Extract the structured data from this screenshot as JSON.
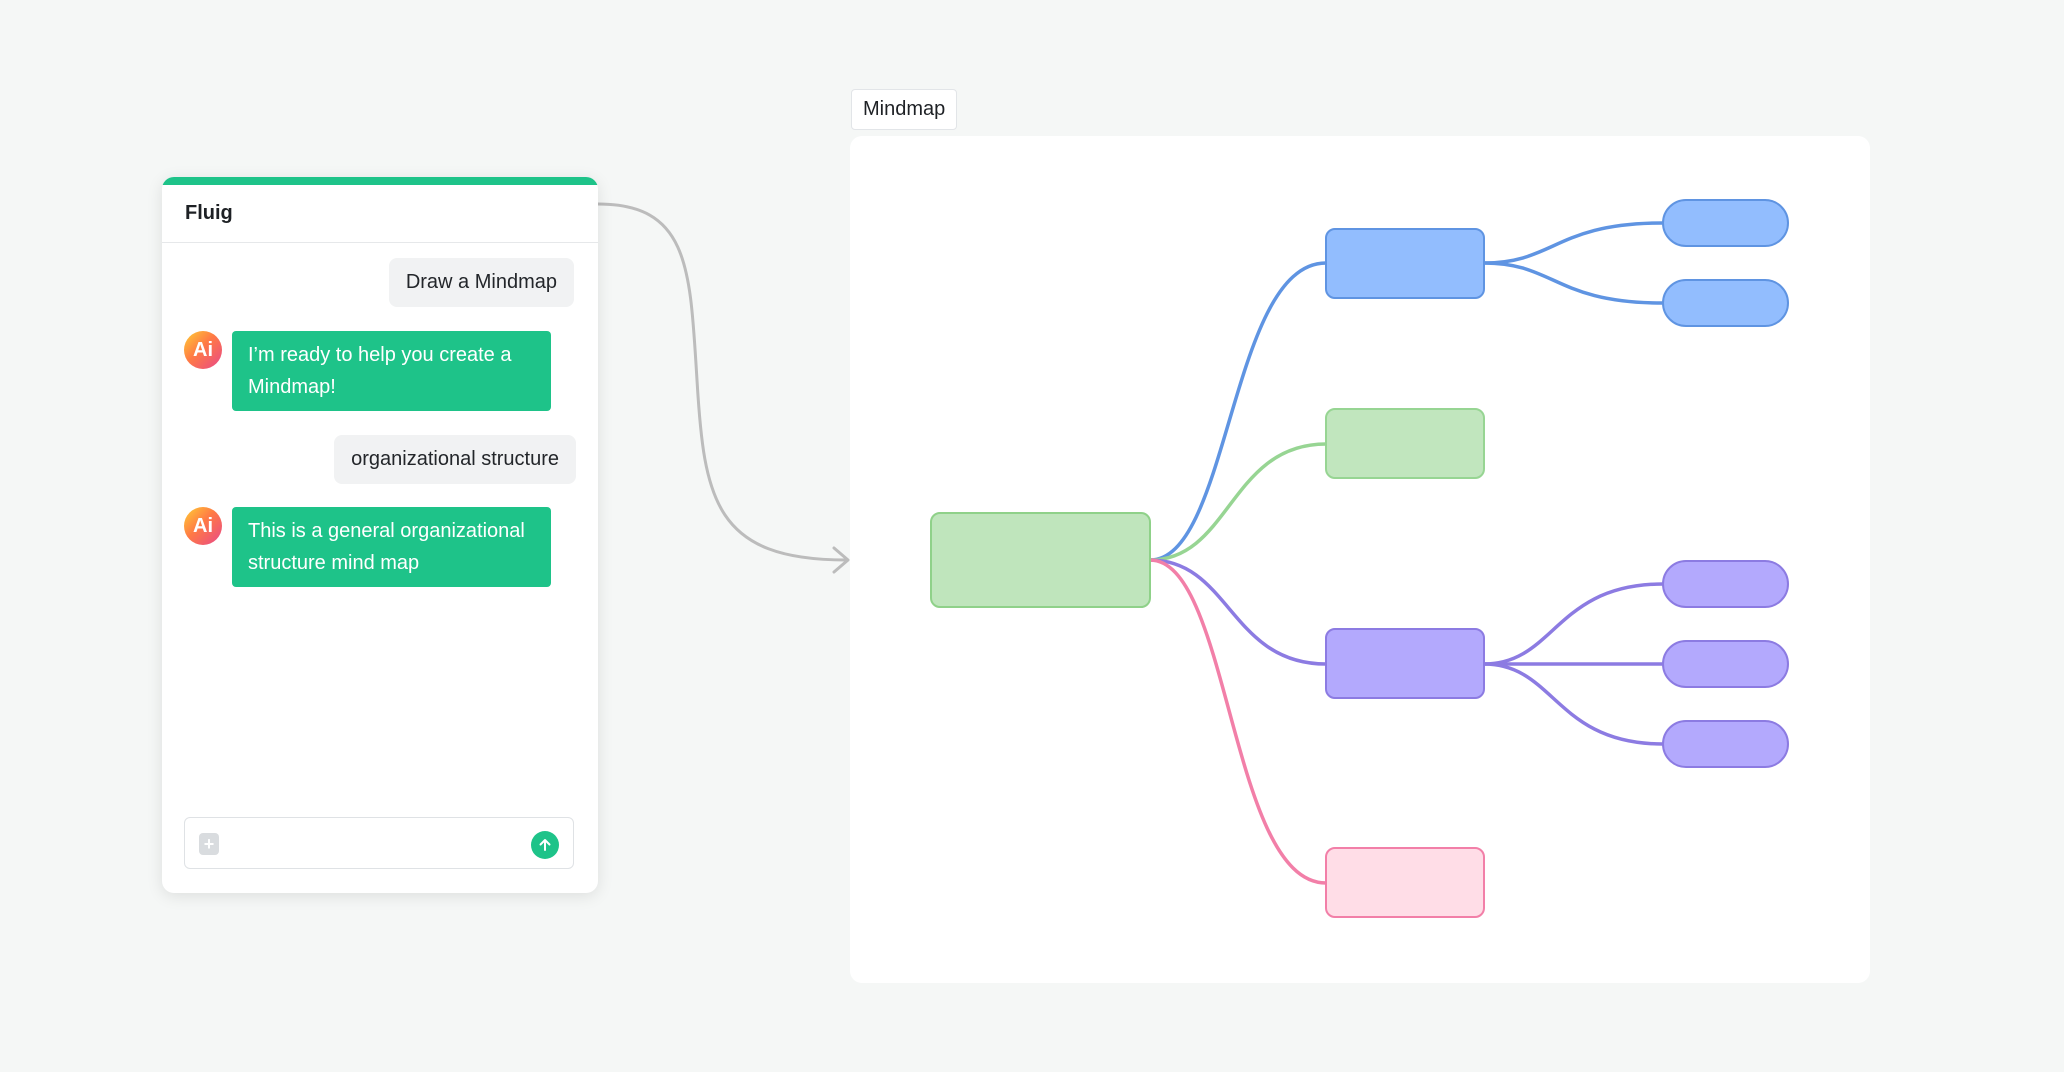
{
  "chat": {
    "title": "Fluig",
    "messages": [
      {
        "role": "user",
        "text": "Draw a Mindmap"
      },
      {
        "role": "ai",
        "avatar": "Ai",
        "text": "I’m ready to help you create a Mindmap!"
      },
      {
        "role": "user",
        "text": "organizational structure"
      },
      {
        "role": "ai",
        "avatar": "Ai",
        "text": "This is a general organizational structure mind map"
      }
    ],
    "input": {
      "value": "",
      "placeholder": ""
    },
    "icons": {
      "attach": "add-attachment-icon",
      "send": "send-arrow-up-icon",
      "avatar": "ai-avatar-icon"
    }
  },
  "canvas": {
    "tab_label": "Mindmap"
  },
  "colors": {
    "accent_green": "#1ec389",
    "root_fill": "#bfe5bc",
    "root_stroke": "#8fd189",
    "blue_fill": "#92bdfe",
    "blue_stroke": "#5f94e2",
    "green_fill": "#c1e6be",
    "green_stroke": "#97d593",
    "purple_fill": "#b3a9fd",
    "purple_stroke": "#8c7be2",
    "pink_fill": "#ffdde7",
    "pink_stroke": "#f27fa8",
    "connector": "#bcbcbc"
  }
}
